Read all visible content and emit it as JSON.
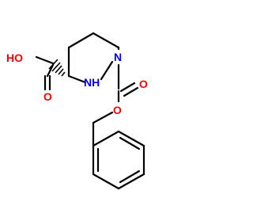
{
  "molecule": {
    "atoms": {
      "hydroxyl_label": "HO",
      "carbonyl_oxygen_label": "O",
      "ring_nitrogen_label": "N",
      "ring_nh_label": "NH",
      "ester_carbonyl_oxygen_label": "O",
      "ester_oxygen_label": "O"
    },
    "colors": {
      "bond": "#000000",
      "oxygen": "#ff0000",
      "nitrogen": "#0000ff"
    }
  }
}
